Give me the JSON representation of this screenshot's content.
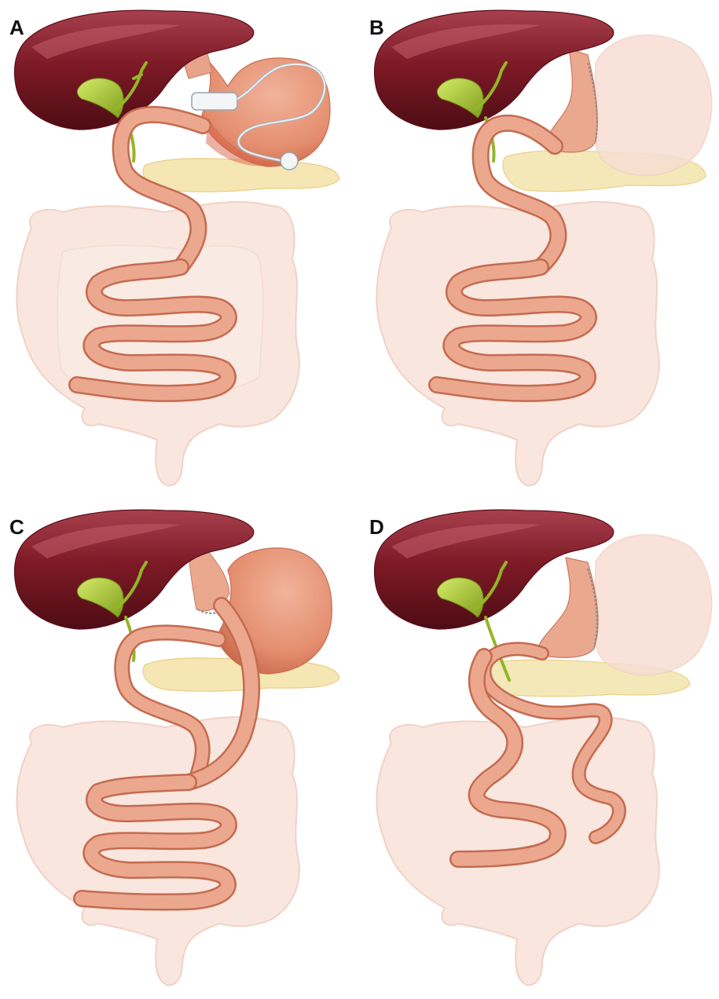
{
  "panels": [
    {
      "label": "A",
      "procedure": "band"
    },
    {
      "label": "B",
      "procedure": "sleeve"
    },
    {
      "label": "C",
      "procedure": "bypass"
    },
    {
      "label": "D",
      "procedure": "duodenal-switch"
    }
  ],
  "colors": {
    "liver": "#7d1a26",
    "liver_highlight": "#b8505c",
    "gallbladder": "#a7c93a",
    "stomach": "#e69679",
    "intestine": "#e8a58a",
    "colon": "#f8e3da",
    "pancreas": "#f3e1a4",
    "band": "#e8ecf0",
    "staple": "#8a8a8a"
  }
}
